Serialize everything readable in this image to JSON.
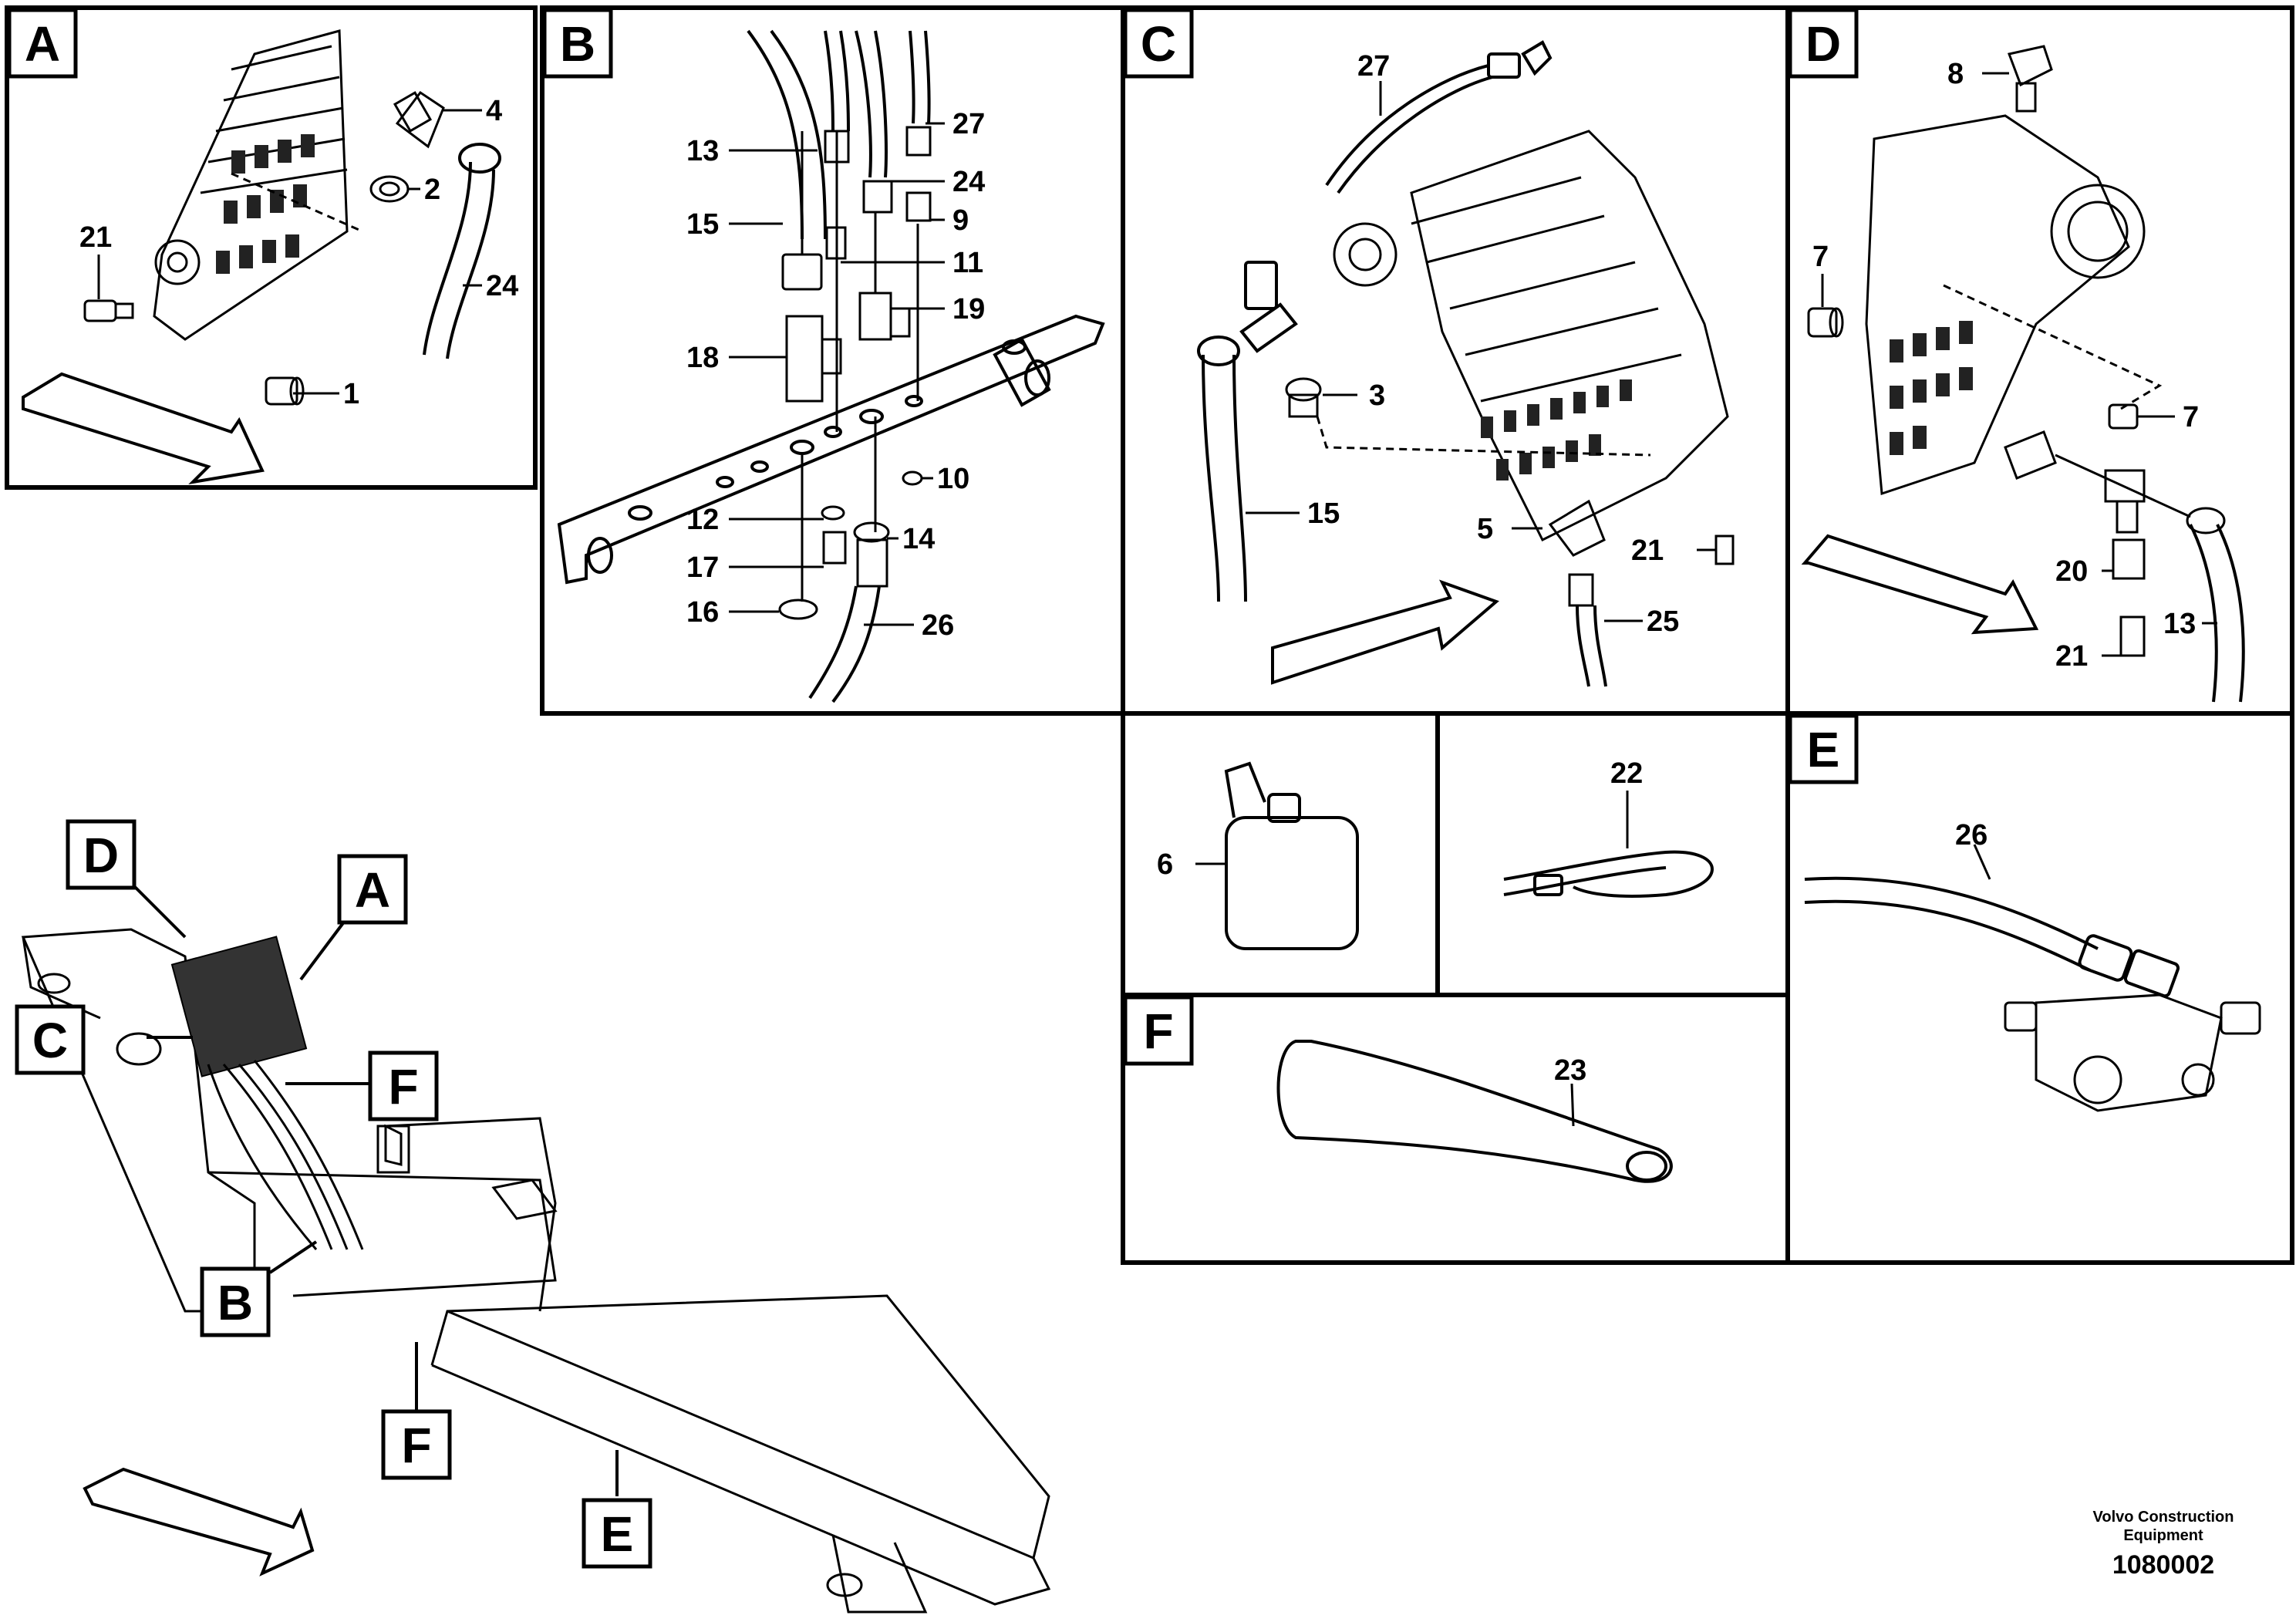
{
  "panels": {
    "A": {
      "label": "A",
      "callouts": {
        "c21": "21",
        "c4": "4",
        "c2": "2",
        "c24": "24",
        "c1": "1"
      }
    },
    "B": {
      "label": "B",
      "callouts": {
        "c13": "13",
        "c15": "15",
        "c27": "27",
        "c24": "24",
        "c9": "9",
        "c11": "11",
        "c19": "19",
        "c18": "18",
        "c10": "10",
        "c12": "12",
        "c14": "14",
        "c17": "17",
        "c16": "16",
        "c26": "26"
      }
    },
    "C": {
      "label": "C",
      "callouts": {
        "c27": "27",
        "c3": "3",
        "c15": "15",
        "c5": "5",
        "c21": "21",
        "c25": "25"
      }
    },
    "D": {
      "label": "D",
      "callouts": {
        "c8": "8",
        "c7a": "7",
        "c7b": "7",
        "c20": "20",
        "c21": "21",
        "c13": "13"
      }
    },
    "strap": {
      "callouts": {
        "c6": "6"
      }
    },
    "tie": {
      "callouts": {
        "c22": "22"
      }
    },
    "E": {
      "label": "E",
      "callouts": {
        "c26": "26"
      }
    },
    "F": {
      "label": "F",
      "callouts": {
        "c23": "23"
      }
    }
  },
  "overview": {
    "labels": {
      "D": "D",
      "A": "A",
      "C": "C",
      "F1": "F",
      "B": "B",
      "F2": "F",
      "E": "E"
    }
  },
  "footer": {
    "brand_line1": "Volvo Construction",
    "brand_line2": "Equipment",
    "drawing_number": "1080002"
  }
}
